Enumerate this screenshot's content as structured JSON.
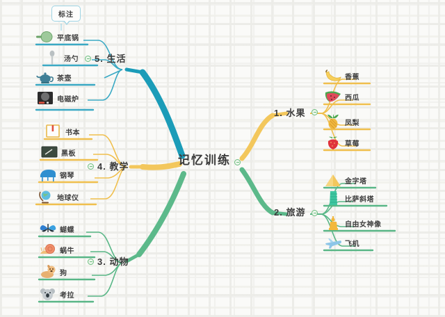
{
  "canvas": {
    "background_color": "#fafaf8",
    "pattern_color": "#eeeeea"
  },
  "root": {
    "label": "记忆训练",
    "toggle_icon": "collapse-minus-icon"
  },
  "callout": {
    "label": "标注",
    "border_color": "#9fd4e4",
    "attached_to": "平底锅"
  },
  "branches": [
    {
      "id": "fruit",
      "label": "1. 水果",
      "color": "#f3c75c",
      "side": "right",
      "toggle_icon": "collapse-minus-icon",
      "children": [
        {
          "label": "香蕉",
          "icon": "banana-icon"
        },
        {
          "label": "西瓜",
          "icon": "watermelon-icon"
        },
        {
          "label": "凤梨",
          "icon": "pineapple-icon"
        },
        {
          "label": "草莓",
          "icon": "strawberry-icon"
        }
      ]
    },
    {
      "id": "travel",
      "label": "2. 旅游",
      "color": "#5cb98a",
      "side": "right",
      "toggle_icon": "collapse-minus-icon",
      "children": [
        {
          "label": "金字塔",
          "icon": "pyramid-icon"
        },
        {
          "label": "比萨斜塔",
          "icon": "leaning-tower-icon"
        },
        {
          "label": "自由女神像",
          "icon": "statue-of-liberty-icon"
        },
        {
          "label": "飞机",
          "icon": "airplane-icon"
        }
      ]
    },
    {
      "id": "animals",
      "label": "3. 动物",
      "color": "#5cb98a",
      "side": "left",
      "toggle_icon": "collapse-minus-icon",
      "children": [
        {
          "label": "蝴蝶",
          "icon": "butterfly-icon"
        },
        {
          "label": "蜗牛",
          "icon": "snail-icon"
        },
        {
          "label": "狗",
          "icon": "dog-icon"
        },
        {
          "label": "考拉",
          "icon": "koala-icon"
        }
      ]
    },
    {
      "id": "teaching",
      "label": "4. 教学",
      "color": "#f3c75c",
      "side": "left",
      "toggle_icon": "collapse-minus-icon",
      "children": [
        {
          "label": "书本",
          "icon": "book-icon"
        },
        {
          "label": "黑板",
          "icon": "blackboard-icon"
        },
        {
          "label": "钢琴",
          "icon": "piano-icon"
        },
        {
          "label": "地球仪",
          "icon": "globe-icon"
        }
      ]
    },
    {
      "id": "life",
      "label": "5. 生活",
      "color": "#1b9cb8",
      "side": "left",
      "toggle_icon": "collapse-minus-icon",
      "children": [
        {
          "label": "平底锅",
          "icon": "frying-pan-icon"
        },
        {
          "label": "汤勺",
          "icon": "spoon-icon"
        },
        {
          "label": "茶壶",
          "icon": "teapot-icon"
        },
        {
          "label": "电磁炉",
          "icon": "induction-cooker-icon"
        }
      ]
    }
  ]
}
